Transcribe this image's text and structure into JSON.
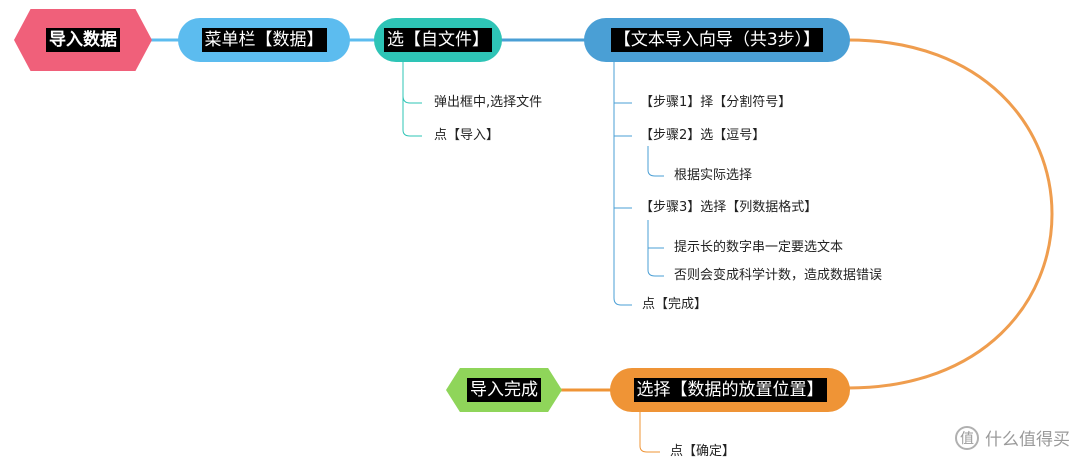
{
  "root": {
    "label": "导入数据",
    "color": "#f0607a"
  },
  "steps": [
    {
      "label": "菜单栏【数据】",
      "color": "#5cbcef"
    },
    {
      "label": "选【自文件】",
      "color": "#2ec4b6"
    },
    {
      "label": "【文本导入向导（共3步）】",
      "color": "#4a9fd5"
    },
    {
      "label": "选择【数据的放置位置】",
      "color": "#ef9436"
    },
    {
      "label": "导入完成",
      "color": "#8fd55a"
    }
  ],
  "file_notes": [
    "弹出框中,选择文件",
    "点【导入】"
  ],
  "wizard": {
    "step1": "【步骤1】择【分割符号】",
    "step2": "【步骤2】选【逗号】",
    "step2_note": "根据实际选择",
    "step3": "【步骤3】选择【列数据格式】",
    "step3_notes": [
      "提示长的数字串一定要选文本",
      "否则会变成科学计数，造成数据错误"
    ],
    "finish": "点【完成】"
  },
  "placement_note": "点【确定】",
  "watermark": {
    "logo": "值",
    "text": "什么值得买"
  }
}
